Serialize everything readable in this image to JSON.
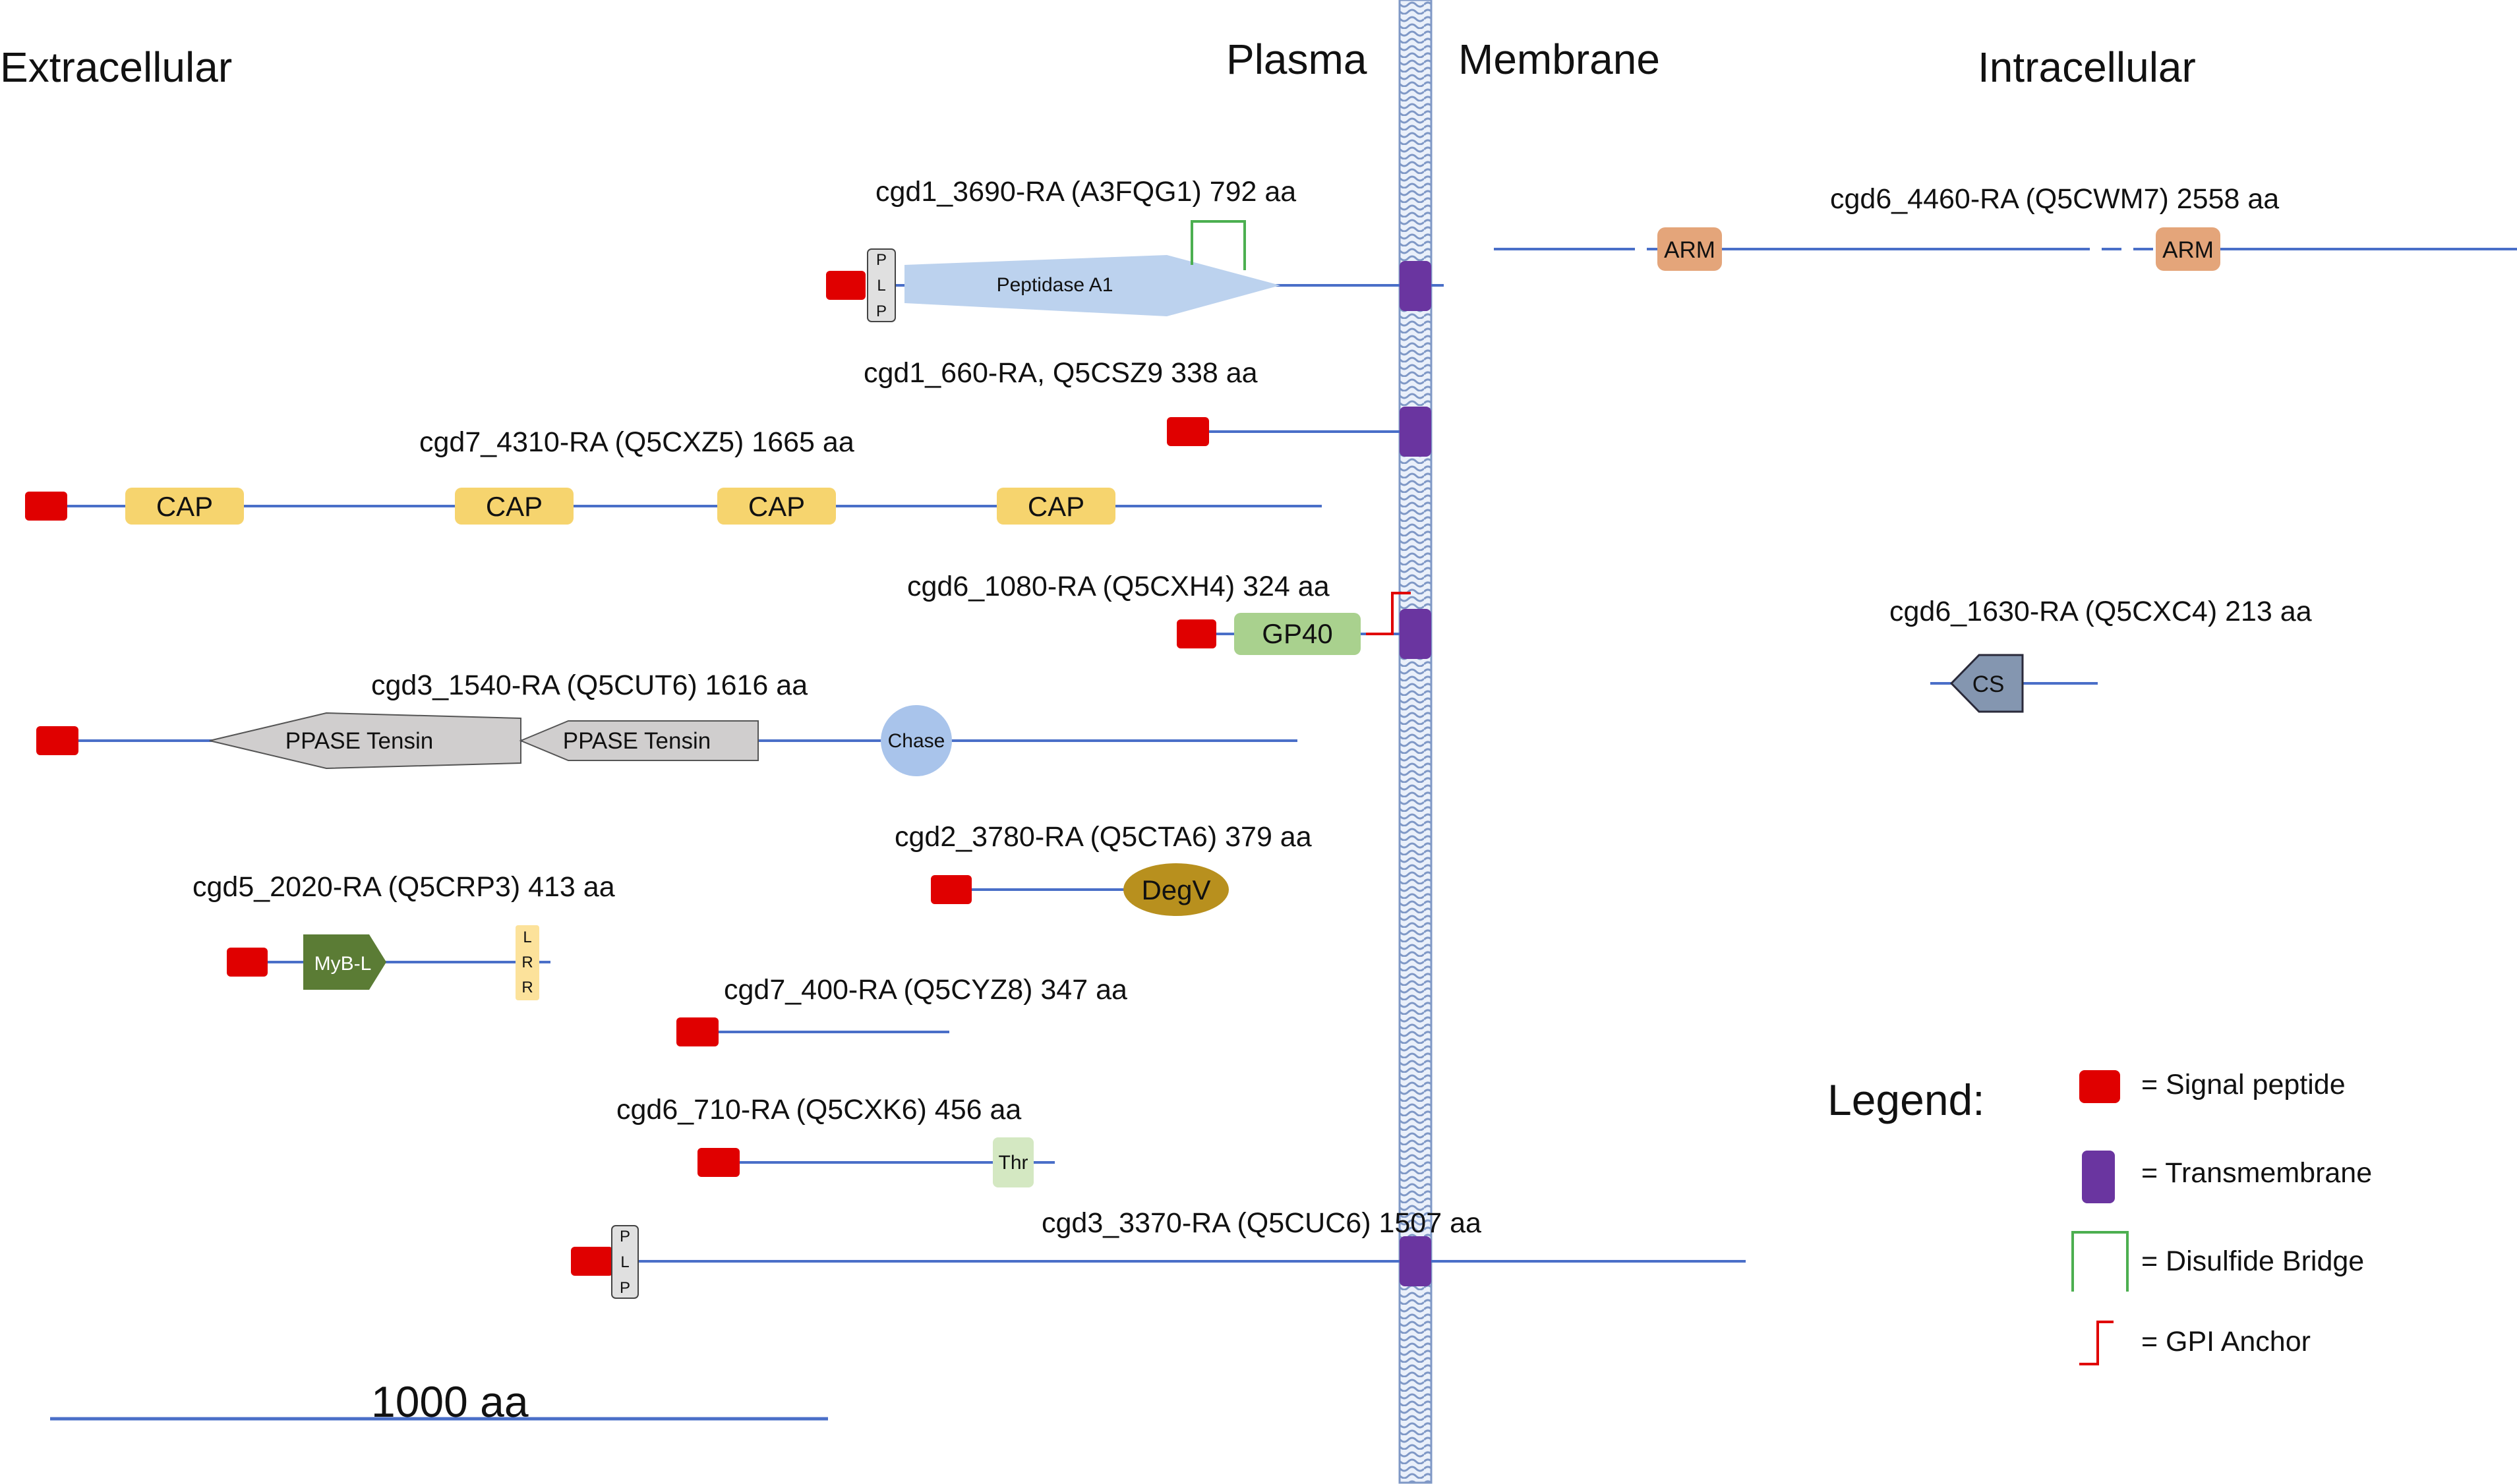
{
  "headers": {
    "extracellular": "Extracellular",
    "plasma": "Plasma",
    "membrane": "Membrane",
    "intracellular": "Intracellular"
  },
  "proteins": {
    "cgd1_3690": {
      "label": "cgd1_3690-RA (A3FQG1) 792 aa",
      "domain": "Peptidase A1",
      "plp": [
        "P",
        "L",
        "P"
      ]
    },
    "cgd6_4460": {
      "label": "cgd6_4460-RA (Q5CWM7) 2558 aa",
      "domain": "ARM"
    },
    "cgd1_660": {
      "label": "cgd1_660-RA, Q5CSZ9 338 aa"
    },
    "cgd7_4310": {
      "label": "cgd7_4310-RA (Q5CXZ5) 1665 aa",
      "domain": "CAP"
    },
    "cgd6_1080": {
      "label": "cgd6_1080-RA (Q5CXH4) 324 aa",
      "domain": "GP40"
    },
    "cgd6_1630": {
      "label": "cgd6_1630-RA (Q5CXC4) 213 aa",
      "domain": "CS"
    },
    "cgd3_1540": {
      "label": "cgd3_1540-RA (Q5CUT6) 1616 aa",
      "domain": "PPASE Tensin",
      "domain2": "Chase"
    },
    "cgd2_3780": {
      "label": "cgd2_3780-RA (Q5CTA6) 379 aa",
      "domain": "DegV"
    },
    "cgd5_2020": {
      "label": "cgd5_2020-RA (Q5CRP3) 413 aa",
      "domain": "MyB-L",
      "lrr": [
        "L",
        "R",
        "R"
      ]
    },
    "cgd7_400": {
      "label": "cgd7_400-RA (Q5CYZ8) 347 aa"
    },
    "cgd6_710": {
      "label": "cgd6_710-RA (Q5CXK6) 456 aa",
      "domain": "Thr"
    },
    "cgd3_3370": {
      "label": "cgd3_3370-RA (Q5CUC6) 1507 aa",
      "plp": [
        "P",
        "L",
        "P"
      ]
    }
  },
  "legend": {
    "title": "Legend:",
    "signal_peptide": "= Signal peptide",
    "transmembrane": "= Transmembrane",
    "disulfide_bridge": "= Disulfide Bridge",
    "gpi_anchor": "= GPI Anchor"
  },
  "scale_bar": {
    "label": "1000 aa"
  },
  "colors": {
    "backbone": "#4a6fc8",
    "signal_peptide": "#e00000",
    "transmembrane": "#6a35a0",
    "disulfide_bridge": "#4caf50",
    "gpi_anchor": "#e00000",
    "membrane_fill": "#dce6f5",
    "membrane_stroke": "#8aa0c8",
    "peptidase": "#bcd2ee",
    "arm": "#e4a57a",
    "cap": "#f6d46e",
    "gp40": "#a9d18e",
    "cs": "#8496b0",
    "ppase": "#d0cece",
    "chase": "#a9c4eb",
    "degv": "#b8901e",
    "myb": "#5b7c35",
    "lrr": "#fce29b",
    "thr": "#d4e8c2",
    "plp": "#e0e0e0"
  }
}
